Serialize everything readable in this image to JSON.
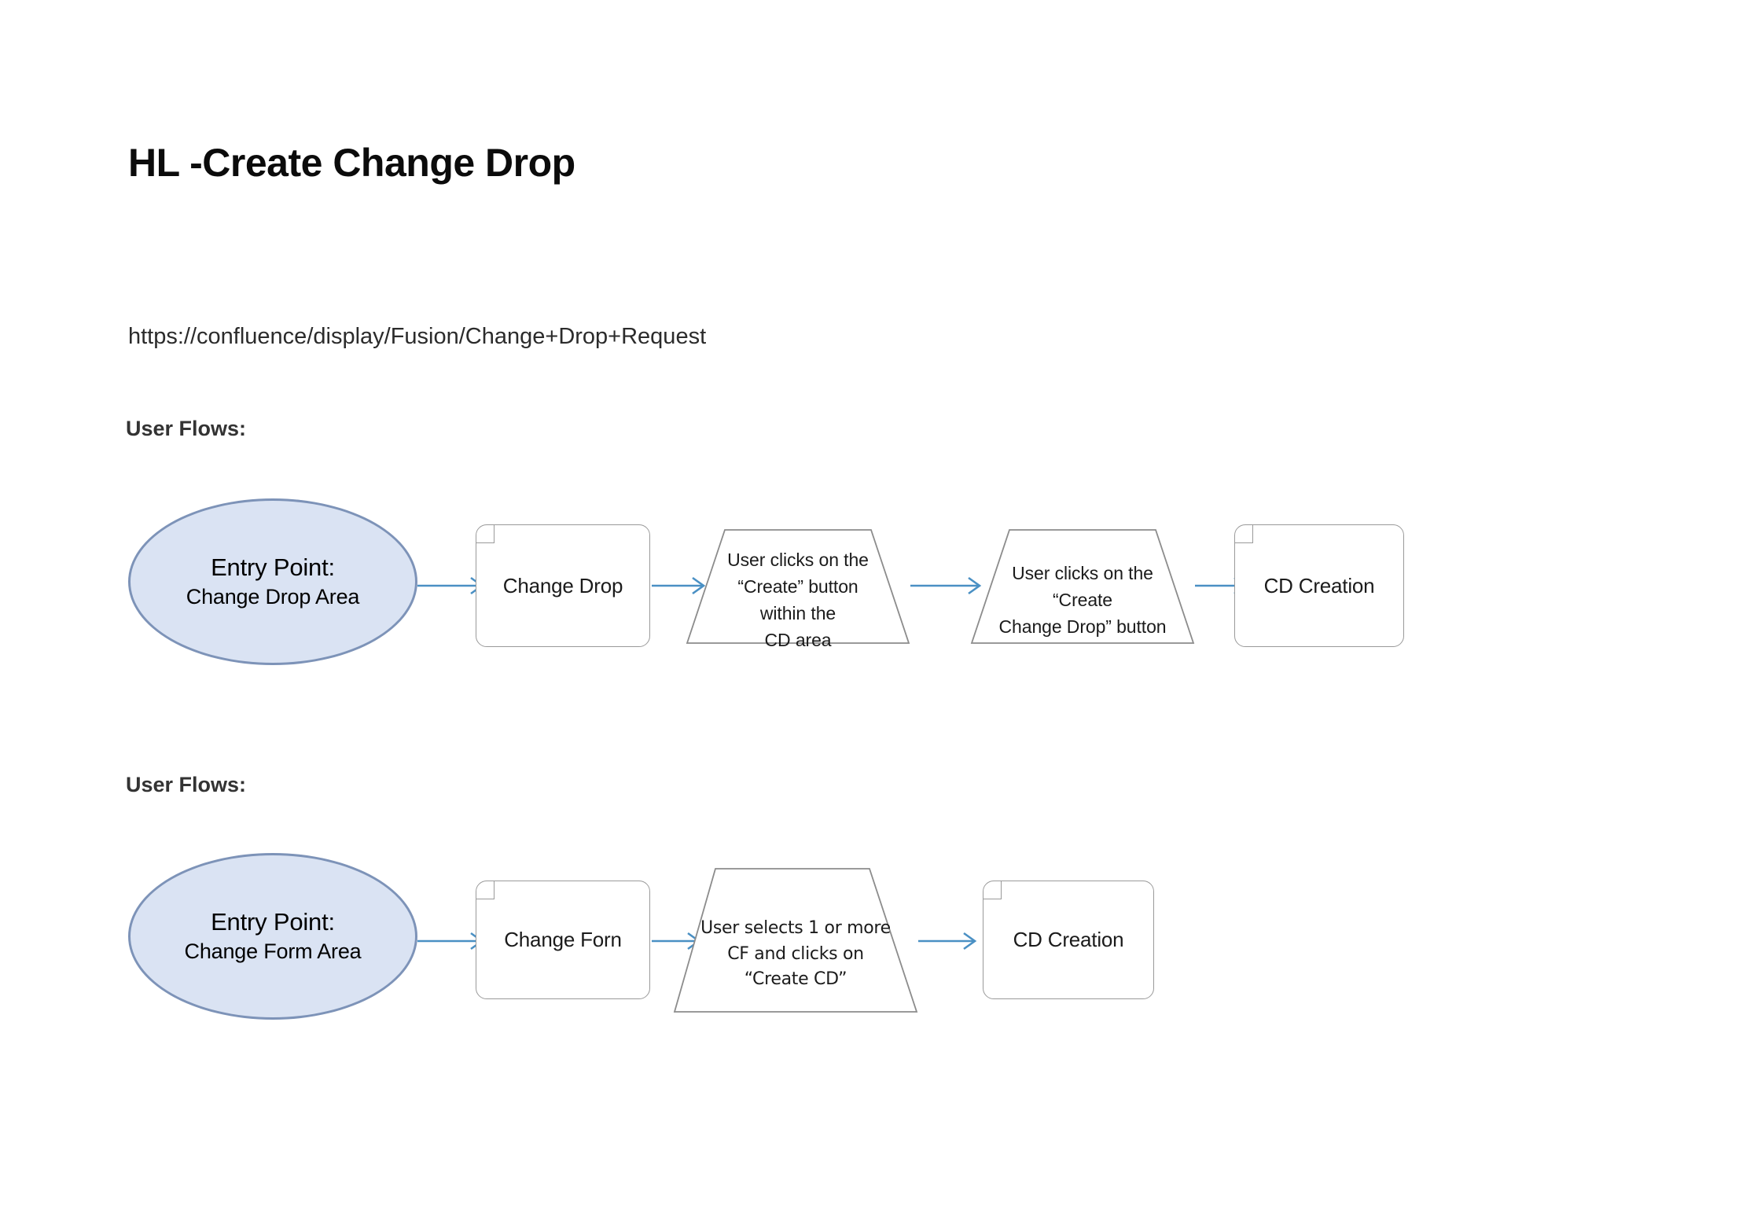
{
  "document": {
    "title": "HL -Create Change Drop",
    "url": "https://confluence/display/Fusion/Change+Drop+Request"
  },
  "colors": {
    "entry_fill": "#dae3f3",
    "entry_stroke": "#7d93b8",
    "node_stroke": "#9a9a9a",
    "connector": "#4a90c4",
    "heading": "#333333",
    "text": "#1b1b1b"
  },
  "sections": [
    {
      "heading": "User Flows:",
      "nodes": [
        {
          "type": "ellipse",
          "name": "entry-point-change-drop-area",
          "line_main": "Entry Point:",
          "line_sub": "Change Drop Area"
        },
        {
          "type": "document",
          "name": "node-change-drop",
          "label": "Change Drop",
          "icon": "page-corner-notch-icon"
        },
        {
          "type": "trapezoid",
          "name": "node-user-clicks-create-cd-area",
          "label": "User clicks on the\n“Create” button\nwithin the\nCD area"
        },
        {
          "type": "trapezoid",
          "name": "node-user-clicks-create-change-drop",
          "label": "User clicks on the\n“Create\nChange Drop” button"
        },
        {
          "type": "document",
          "name": "node-cd-creation-flow-one",
          "label": "CD Creation",
          "icon": "page-corner-notch-icon"
        }
      ],
      "connectors": 4
    },
    {
      "heading": "User Flows:",
      "nodes": [
        {
          "type": "ellipse",
          "name": "entry-point-change-form-area",
          "line_main": "Entry Point:",
          "line_sub": "Change Form Area"
        },
        {
          "type": "document",
          "name": "node-change-forn",
          "label": "Change Forn",
          "icon": "page-corner-notch-icon"
        },
        {
          "type": "trapezoid",
          "name": "node-user-selects-cf-create-cd",
          "label": "User selects 1 or more\nCF and clicks on\n“Create CD”"
        },
        {
          "type": "document",
          "name": "node-cd-creation-flow-two",
          "label": "CD Creation",
          "icon": "page-corner-notch-icon"
        }
      ],
      "connectors": 3
    }
  ]
}
